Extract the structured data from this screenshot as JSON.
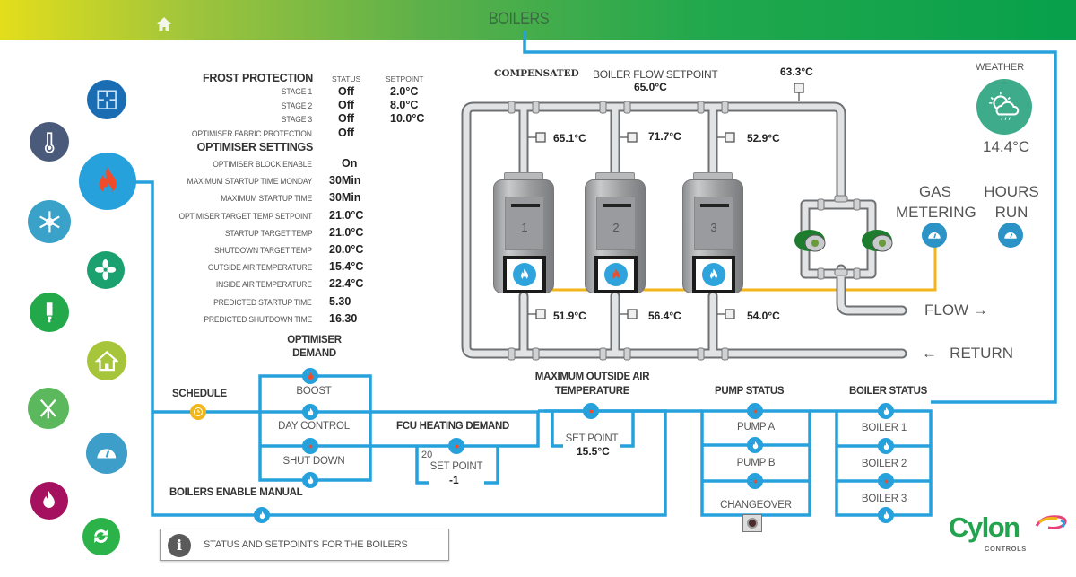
{
  "header": {
    "title": "BOILERS",
    "home_icon": "home-icon"
  },
  "colors": {
    "accent_blue": "#27a1dc",
    "pipe_yellow": "#f2b51a",
    "header_gradient_start": "#e3de1b",
    "header_gradient_end": "#07a04b",
    "brand_green": "#21a44d"
  },
  "sidebar": {
    "items": [
      {
        "icon": "floorplan-icon",
        "color": "#1b6db3",
        "label": "Floor Plan"
      },
      {
        "icon": "thermometer-icon",
        "color": "#4a5a7a",
        "label": "Temperature"
      },
      {
        "icon": "flame-icon",
        "color": "#27a1dc",
        "label": "Boilers",
        "active": true
      },
      {
        "icon": "snowflake-icon",
        "color": "#3aa1c9",
        "label": "Cooling"
      },
      {
        "icon": "fan-icon",
        "color": "#1ba070",
        "label": "Ventilation"
      },
      {
        "icon": "bulb-icon",
        "color": "#23a84a",
        "label": "Lighting"
      },
      {
        "icon": "house-icon",
        "color": "#a7c53a",
        "label": "Building"
      },
      {
        "icon": "windmill-icon",
        "color": "#5cb85c",
        "label": "Renewables"
      },
      {
        "icon": "meter-icon",
        "color": "#3d9ec9",
        "label": "Metering"
      },
      {
        "icon": "gas-flame-icon",
        "color": "#a5105f",
        "label": "Gas"
      },
      {
        "icon": "refresh-icon",
        "color": "#2bb34a",
        "label": "Cycle"
      }
    ]
  },
  "frost_protection": {
    "title": "FROST PROTECTION",
    "col_status": "STATUS",
    "col_setpoint": "SETPOINT",
    "rows": [
      {
        "label": "STAGE 1",
        "status": "Off",
        "setpoint": "2.0°C"
      },
      {
        "label": "STAGE 2",
        "status": "Off",
        "setpoint": "8.0°C"
      },
      {
        "label": "STAGE 3",
        "status": "Off",
        "setpoint": "10.0°C"
      },
      {
        "label": "OPTIMISER FABRIC PROTECTION",
        "status": "Off",
        "setpoint": ""
      }
    ]
  },
  "optimiser_settings": {
    "title": "OPTIMISER SETTINGS",
    "rows": [
      {
        "label": "OPTIMISER BLOCK ENABLE",
        "value": "On"
      },
      {
        "label": "MAXIMUM STARTUP TIME MONDAY",
        "value": "30Min"
      },
      {
        "label": "MAXIMUM STARTUP TIME",
        "value": "30Min"
      },
      {
        "label": "OPTIMISER TARGET TEMP SETPOINT",
        "value": "21.0°C"
      },
      {
        "label": "STARTUP TARGET TEMP",
        "value": "21.0°C"
      },
      {
        "label": "SHUTDOWN TARGET TEMP",
        "value": "20.0°C"
      },
      {
        "label": "OUTSIDE AIR TEMPERATURE",
        "value": "15.4°C"
      },
      {
        "label": "INSIDE AIR TEMPERATURE",
        "value": "22.4°C"
      },
      {
        "label": "PREDICTED STARTUP TIME",
        "value": "5.30"
      },
      {
        "label": "PREDICTED SHUTDOWN TIME",
        "value": "16.30"
      }
    ]
  },
  "plant": {
    "compensated_label": "COMPENSATED",
    "flow_setpoint_label": "BOILER FLOW SETPOINT",
    "flow_setpoint_value": "65.0°C",
    "header_temp": "63.3°C",
    "boilers": [
      {
        "number": "1",
        "flow_temp": "65.1°C",
        "return_temp": "51.9°C",
        "state": "off"
      },
      {
        "number": "2",
        "flow_temp": "71.7°C",
        "return_temp": "56.4°C",
        "state": "on"
      },
      {
        "number": "3",
        "flow_temp": "52.9°C",
        "return_temp": "54.0°C",
        "state": "off"
      }
    ],
    "flow_label": "FLOW →",
    "return_label": "←   RETURN"
  },
  "weather": {
    "label": "WEATHER",
    "temperature": "14.4°C",
    "icon": "weather-sun-cloud-icon"
  },
  "gas_metering": {
    "line1": "GAS",
    "line2": "METERING"
  },
  "hours_run": {
    "line1": "HOURS",
    "line2": "RUN"
  },
  "logic": {
    "optimiser_demand": {
      "line1": "OPTIMISER",
      "line2": "DEMAND"
    },
    "schedule": "SCHEDULE",
    "boost": "BOOST",
    "day_control": "DAY CONTROL",
    "shut_down": "SHUT DOWN",
    "boilers_enable_manual": "BOILERS ENABLE MANUAL",
    "fcu_heating_demand": "FCU HEATING DEMAND",
    "fcu_value": "20",
    "fcu_setpoint_label": "SET POINT",
    "fcu_setpoint_value": "-1",
    "max_oat": {
      "line1": "MAXIMUM OUTSIDE AIR",
      "line2": "TEMPERATURE"
    },
    "max_oat_setpoint_label": "SET POINT",
    "max_oat_setpoint_value": "15.5°C",
    "pump_status": "PUMP STATUS",
    "pumps": [
      "PUMP A",
      "PUMP B",
      "CHANGEOVER"
    ],
    "boiler_status": "BOILER STATUS",
    "boiler_items": [
      "BOILER 1",
      "BOILER 2",
      "BOILER 3"
    ]
  },
  "info": {
    "text": "STATUS AND SETPOINTS FOR THE BOILERS"
  },
  "logo": {
    "name": "Cylon",
    "sub": "CONTROLS"
  }
}
